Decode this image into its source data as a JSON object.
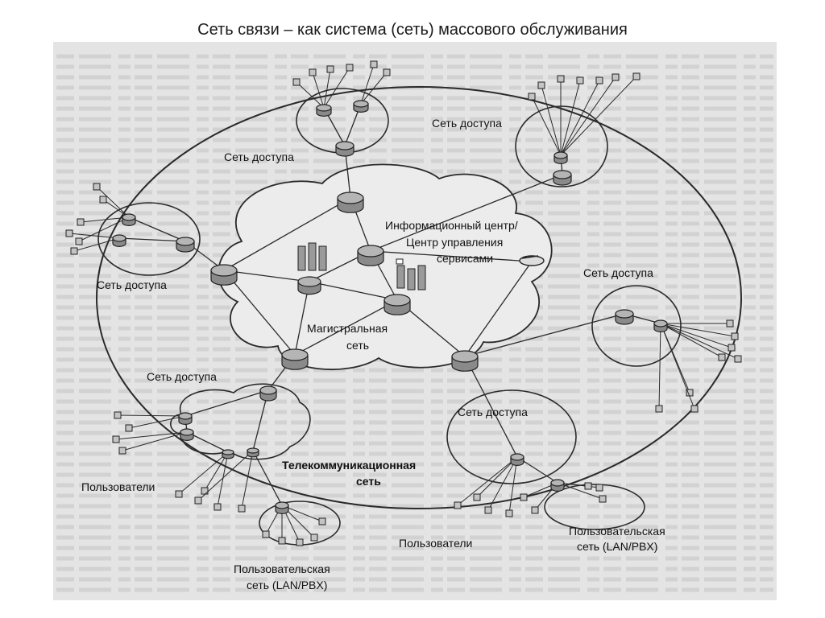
{
  "title": "Сеть связи – как система (сеть) массового обслуживания",
  "labels": {
    "access_top": "Сеть доступа",
    "access_top_right": "Сеть доступа",
    "access_left": "Сеть доступа",
    "access_right": "Сеть доступа",
    "access_lower_left": "Сеть доступа",
    "access_bottom": "Сеть доступа",
    "info_center_line1": "Информационный центр/",
    "info_center_line2": "Центр управления",
    "info_center_line3": "сервисами",
    "backbone_line1": "Магистральная",
    "backbone_line2": "сеть",
    "telecom_line1": "Телекоммуникационная",
    "telecom_line2": "сеть",
    "users_left": "Пользователи",
    "users_bottom": "Пользователи",
    "user_lan_bottom_line1": "Пользовательская",
    "user_lan_bottom_line2": "сеть (LAN/PBX)",
    "user_lan_right_line1": "Пользовательская",
    "user_lan_right_line2": "сеть (LAN/PBX)"
  },
  "colors": {
    "line": "#2a2a2a",
    "node": "#8a8a8a",
    "background": "#e4e4e4"
  }
}
